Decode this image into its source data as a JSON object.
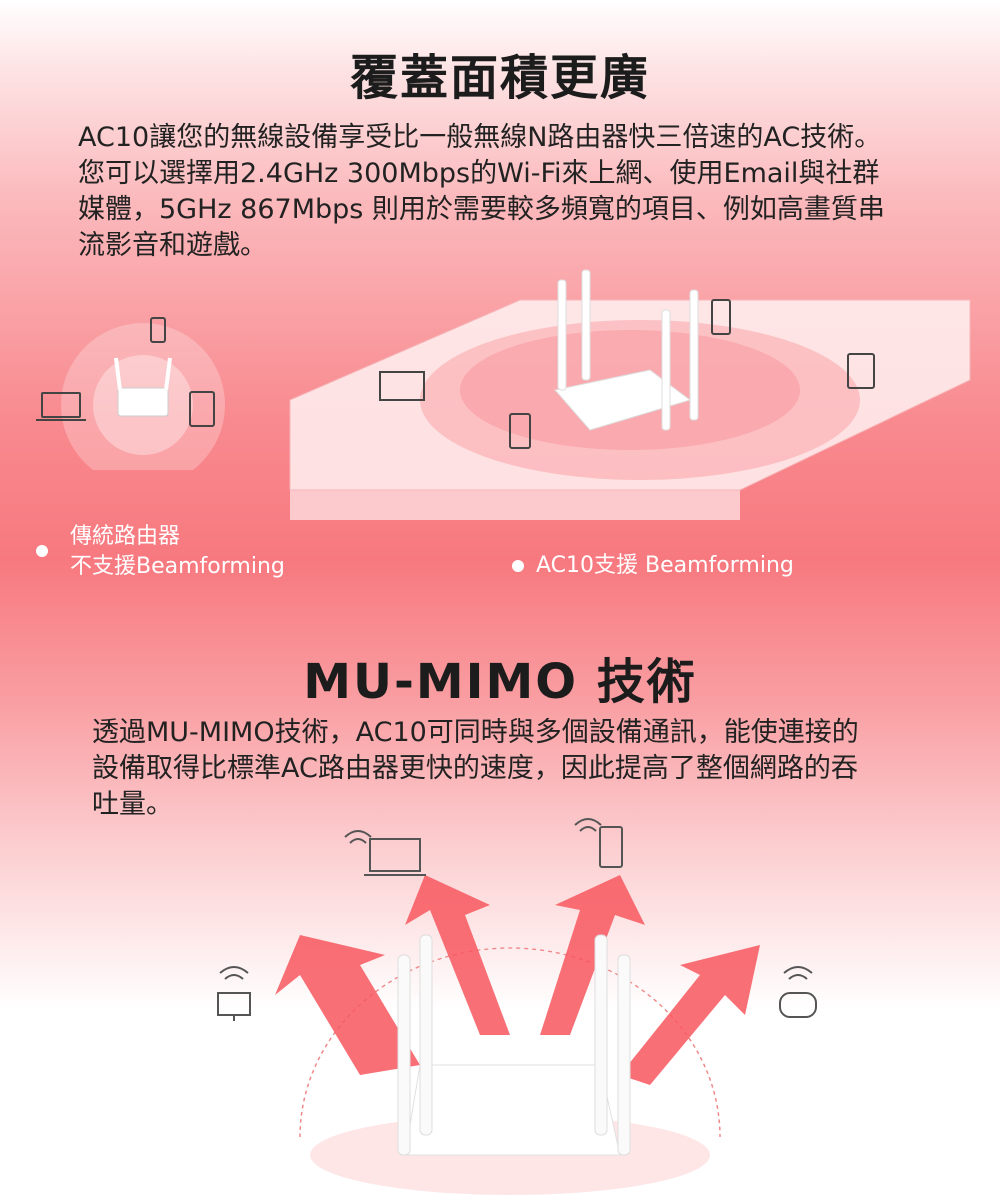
{
  "section1": {
    "title": "覆蓋面積更廣",
    "lines": [
      "AC10讓您的無線設備享受比一般無線N路由器快三倍速的AC技術。",
      "您可以選擇用2.4GHz 300Mbps的Wi-Fi來上網、使用Email與社群",
      "媒體，5GHz 867Mbps 則用於需要較多頻寬的項目、例如高畫質串",
      "流影音和遊戲。"
    ],
    "legend_left": [
      "傳統路由器",
      "不支援Beamforming"
    ],
    "legend_right": "AC10支援 Beamforming"
  },
  "section2": {
    "title": "MU-MIMO 技術",
    "lines": [
      "透過MU-MIMO技術，AC10可同時與多個設備通訊，能使連接的",
      "設備取得比標準AC路由器更快的速度，因此提高了整個網路的吞",
      "吐量。"
    ]
  },
  "icons": [
    "phone-icon",
    "laptop-icon",
    "tablet-icon",
    "wifi-icon",
    "monitor-icon",
    "gamepad-icon",
    "router-icon"
  ],
  "colors": {
    "accent": "#f7575e",
    "text": "#1c1c1c",
    "legend": "#ffffff"
  }
}
